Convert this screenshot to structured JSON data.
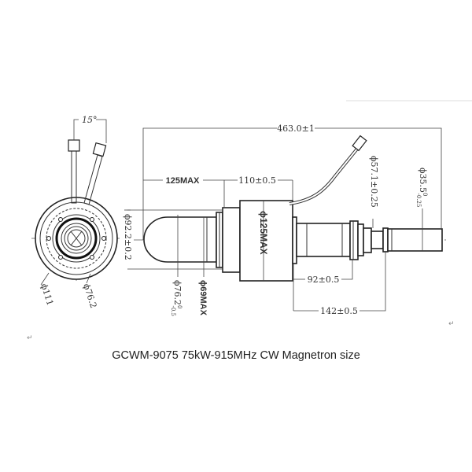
{
  "caption": "GCWM-9075 75kW-915MHz CW Magnetron size",
  "end_view": {
    "angle": "15°",
    "outer_diameter": "ϕ111",
    "inner_diameter": "ϕ76.2"
  },
  "side_view": {
    "overall_length": "463.0±1",
    "bulb_length": "125MAX",
    "body_length": "110±0.5",
    "bulb_flange_diameter": "ϕ92.2±0.2",
    "bulb_diameter": "ϕ76.2",
    "bulb_diameter_tol_upper": "0",
    "bulb_diameter_tol_lower": "-0.5",
    "bulb_inner_diameter": "ϕ69MAX",
    "body_diameter": "ϕ125MAX",
    "collar_diameter": "ϕ57.1±0.25",
    "output_diameter": "ϕ35.5",
    "output_tol_upper": "0",
    "output_tol_lower": "-0.25",
    "collar_distance": "92±0.5",
    "output_distance": "142±0.5"
  },
  "marks": {
    "return_left": "↵",
    "return_right": "↵"
  }
}
